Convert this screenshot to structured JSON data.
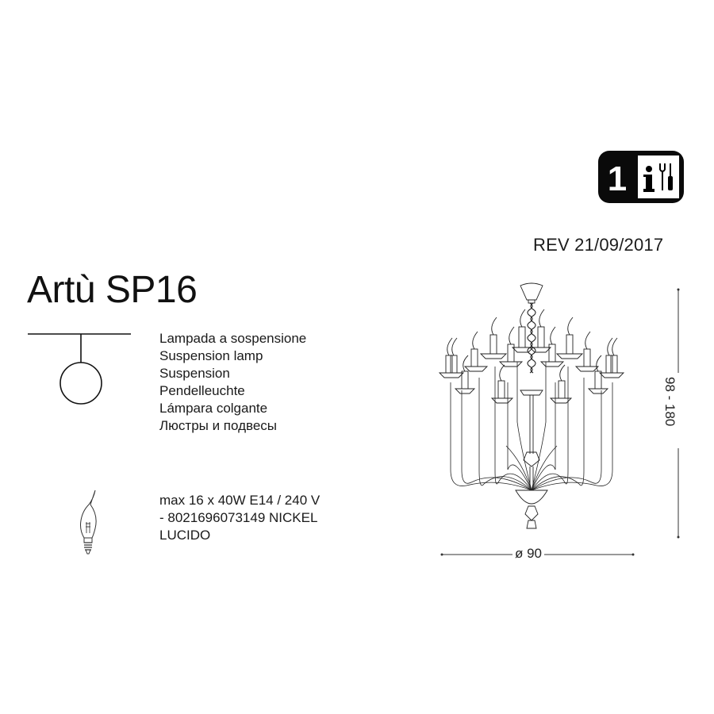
{
  "header": {
    "badge": {
      "quantity": "1",
      "info_icon": "info-icon",
      "tools_icon": "screwdriver-wrench-icon"
    },
    "revision": "REV 21/09/2017"
  },
  "product": {
    "title": "Artù SP16",
    "type_symbol": "pendant-lamp-symbol-icon",
    "descriptions": [
      "Lampada a sospensione",
      "Suspension lamp",
      "Suspension",
      "Pendelleuchte",
      "Lámpara colgante",
      "Люстры и подвесы"
    ]
  },
  "specs": {
    "bulb_icon": "candle-flame-bulb-icon",
    "lines": [
      "max 16 x 40W E14 / 240 V",
      "- 8021696073149 NICKEL",
      "LUCIDO"
    ]
  },
  "drawing": {
    "illustration": "chandelier-line-drawing",
    "height_dimension": "98 - 180",
    "diameter_dimension": "ø 90"
  },
  "colors": {
    "ink": "#111111",
    "background": "#ffffff"
  }
}
